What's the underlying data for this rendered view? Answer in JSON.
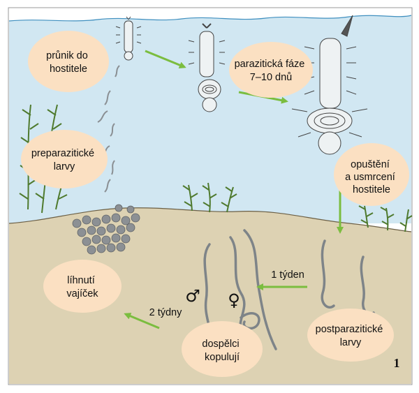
{
  "colors": {
    "water": "#d1e7f2",
    "sediment": "#ddd2b3",
    "bubble": "#fbe0c2",
    "arrow": "#7bbd3f",
    "larva": "#7e8488",
    "egg": "#8c9094",
    "plant": "#4f7a2e"
  },
  "labels": {
    "entry": [
      "průnik do",
      "hostitele"
    ],
    "parasitic": [
      "parazitická fáze",
      "7–10 dnů"
    ],
    "preparasitic": [
      "preparazitické",
      "larvy"
    ],
    "exit": [
      "opuštění",
      "a usmrcení",
      "hostitele"
    ],
    "hatching": [
      "líhnutí",
      "vajíček"
    ],
    "postparasitic": [
      "postparazitické",
      "larvy"
    ],
    "adults": [
      "dospělci",
      "kopulují"
    ]
  },
  "annotations": {
    "one_week": "1 týden",
    "two_weeks": "2 týdny",
    "male": "♂",
    "female": "♀"
  },
  "figure_number": "1"
}
